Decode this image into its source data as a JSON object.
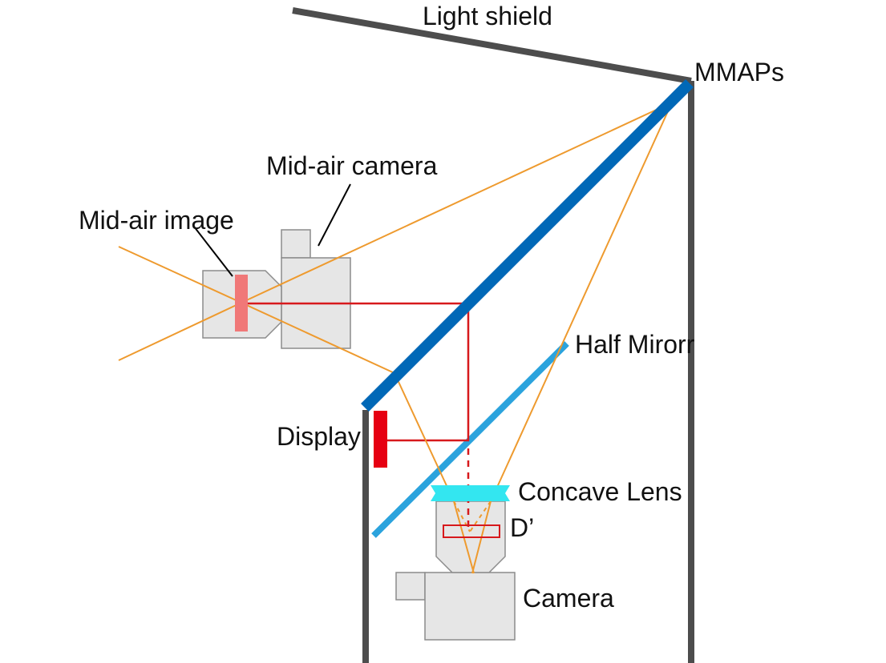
{
  "labels": {
    "light_shield": "Light shield",
    "mmaps": "MMAPs",
    "mid_air_camera": "Mid-air camera",
    "mid_air_image": "Mid-air image",
    "half_mirror": "Half Mirorr",
    "display": "Display",
    "concave_lens": "Concave Lens",
    "d_prime": "D’",
    "camera": "Camera"
  },
  "colors": {
    "wall": "#4d4d4d",
    "mmaps_plate": "#0068b7",
    "half_mirror": "#2ba3dd",
    "display": "#e60012",
    "red_ray": "#d7191c",
    "orange_ray": "#ee9a2e",
    "mid_air_image": "#f07878",
    "concave_lens": "#33e6f0",
    "camera_fill": "#e6e6e6",
    "camera_stroke": "#8c8c8c",
    "leader_line": "#000000"
  }
}
